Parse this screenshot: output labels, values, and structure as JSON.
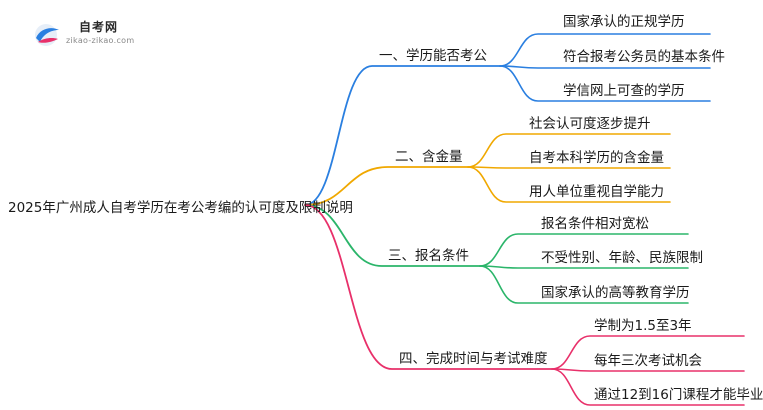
{
  "logo": {
    "name": "自考网",
    "url": "zikao-zikao.com"
  },
  "root": "2025年广州成人自考学历在考公考编的认可度及限制说明",
  "branches": [
    {
      "label": "一、学历能否考公",
      "color": "#2a7fe0",
      "leaves": [
        "国家承认的正规学历",
        "符合报考公务员的基本条件",
        "学信网上可查的学历"
      ]
    },
    {
      "label": "二、含金量",
      "color": "#f0a800",
      "leaves": [
        "社会认可度逐步提升",
        "自考本科学历的含金量",
        "用人单位重视自学能力"
      ]
    },
    {
      "label": "三、报名条件",
      "color": "#2bb56a",
      "leaves": [
        "报名条件相对宽松",
        "不受性别、年龄、民族限制",
        "国家承认的高等教育学历"
      ]
    },
    {
      "label": "四、完成时间与考试难度",
      "color": "#e8306a",
      "leaves": [
        "学制为1.5至3年",
        "每年三次考试机会",
        "通过12到16门课程才能毕业"
      ]
    }
  ]
}
